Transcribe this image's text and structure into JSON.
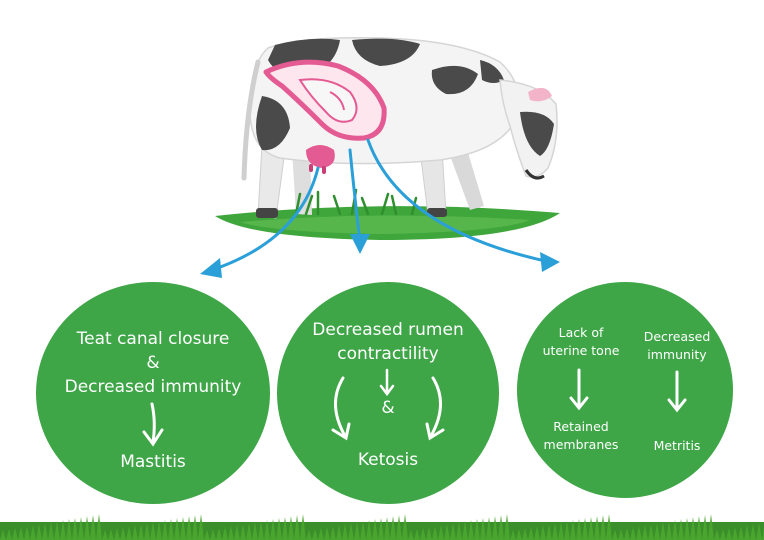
{
  "colors": {
    "circle_green": "#3fa648",
    "arrow_blue": "#2a9fd8",
    "grass_green": "#3ea63a",
    "cow_pink": "#e45a92",
    "cow_gray": "#4a4a4a"
  },
  "illustration": {
    "icon": "cow-with-calf-icon"
  },
  "circles": [
    {
      "cause_line1": "Teat canal closure",
      "joiner": "&",
      "cause_line2": "Decreased immunity",
      "outcome": "Mastitis"
    },
    {
      "cause_line1": "Decreased rumen",
      "cause_line2": "contractility",
      "joiner": "&",
      "outcome": "Ketosis"
    },
    {
      "left_cause_line1": "Lack of",
      "left_cause_line2": "uterine tone",
      "left_outcome_line1": "Retained",
      "left_outcome_line2": "membranes",
      "right_cause_line1": "Decreased",
      "right_cause_line2": "immunity",
      "right_outcome": "Metritis"
    }
  ]
}
